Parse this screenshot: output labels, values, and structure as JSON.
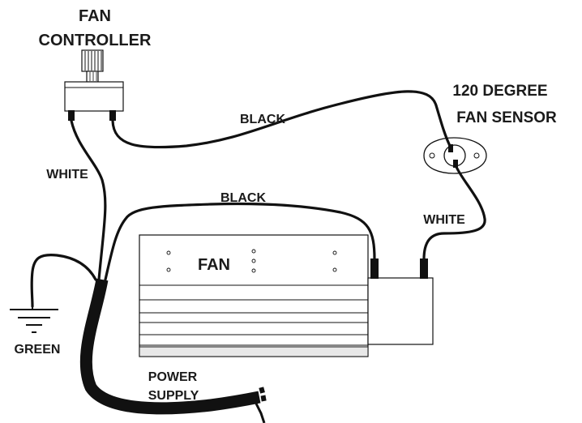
{
  "labels": {
    "fan_controller_line1": "FAN",
    "fan_controller_line2": "CONTROLLER",
    "sensor_line1": "120 DEGREE",
    "sensor_line2": "FAN SENSOR",
    "black_top": "BLACK",
    "black_mid": "BLACK",
    "white_left": "WHITE",
    "white_right": "WHITE",
    "fan": "FAN",
    "green": "GREEN",
    "power_line1": "POWER",
    "power_line2": "SUPPLY"
  }
}
